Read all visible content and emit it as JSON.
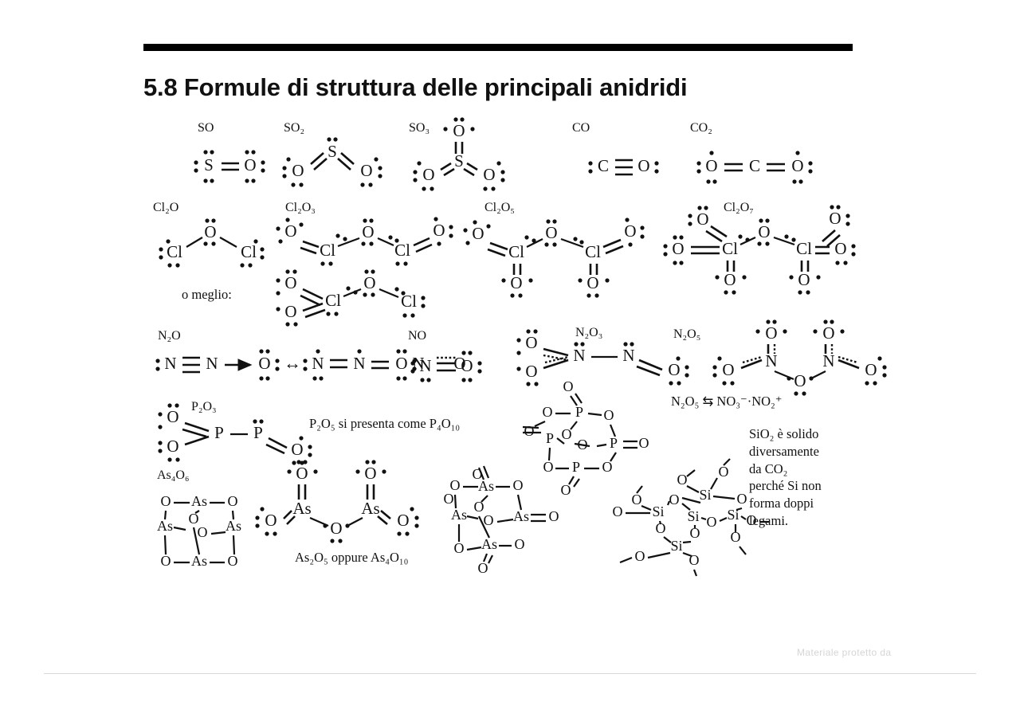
{
  "document": {
    "title": "5.8 Formule di struttura delle principali anidridi",
    "language": "it",
    "watermark": "Materiale protetto da"
  },
  "labels": {
    "so": "SO",
    "so2": "SO₂",
    "so3": "SO₃",
    "co": "CO",
    "co2": "CO₂",
    "cl2o": "Cl₂O",
    "cl2o3": "Cl₂O₃",
    "cl2o5": "Cl₂O₅",
    "cl2o7": "Cl₂O₇",
    "n2o": "N₂O",
    "no": "NO",
    "n2o3": "N₂O₃",
    "n2o5": "N₂O₅",
    "p2o3": "P₂O₃",
    "as4o6": "As₄O₆"
  },
  "notes": {
    "o_meglio": "o meglio:",
    "p2o5_caption": "P₂O₅ si presenta come P₄O₁₀",
    "as2o5_caption": "As₂O₅ oppure As₄O₁₀",
    "n2o5_equilibrium": "N₂O₅ ⇆ NO₃⁻·NO₂⁺",
    "sio2_note_lines": [
      "SiO₂ è solido",
      "diversamente",
      "da CO₂",
      "perché Si non",
      "forma doppi",
      "legami."
    ]
  },
  "atoms": {
    "S": "S",
    "O": "O",
    "C": "C",
    "Cl": "Cl",
    "N": "N",
    "P": "P",
    "As": "As",
    "Si": "Si"
  },
  "symbols": {
    "resonance_arrow": "↔",
    "dative_arrow": "→",
    "equilibrium": "⇆"
  },
  "colors": {
    "ink": "#111111",
    "rule": "#000000",
    "watermark": "#d5d5d5",
    "bottom_rule": "#d8d8d8",
    "background": "#ffffff"
  }
}
